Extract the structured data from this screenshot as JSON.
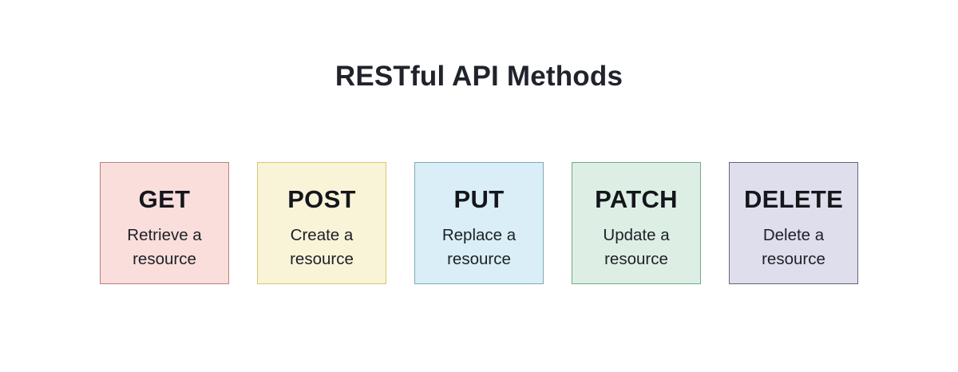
{
  "title": "RESTful API Methods",
  "cards": [
    {
      "method": "GET",
      "description": "Retrieve a resource",
      "fill": "#f9dedb",
      "border": "#b5827e"
    },
    {
      "method": "POST",
      "description": "Create a resource",
      "fill": "#f9f3d8",
      "border": "#d8c76b"
    },
    {
      "method": "PUT",
      "description": "Replace a resource",
      "fill": "#d9eef6",
      "border": "#7cabbb"
    },
    {
      "method": "PATCH",
      "description": "Update a resource",
      "fill": "#ddefe5",
      "border": "#6fa88c"
    },
    {
      "method": "DELETE",
      "description": "Delete a resource",
      "fill": "#dfdeec",
      "border": "#63637c"
    }
  ]
}
